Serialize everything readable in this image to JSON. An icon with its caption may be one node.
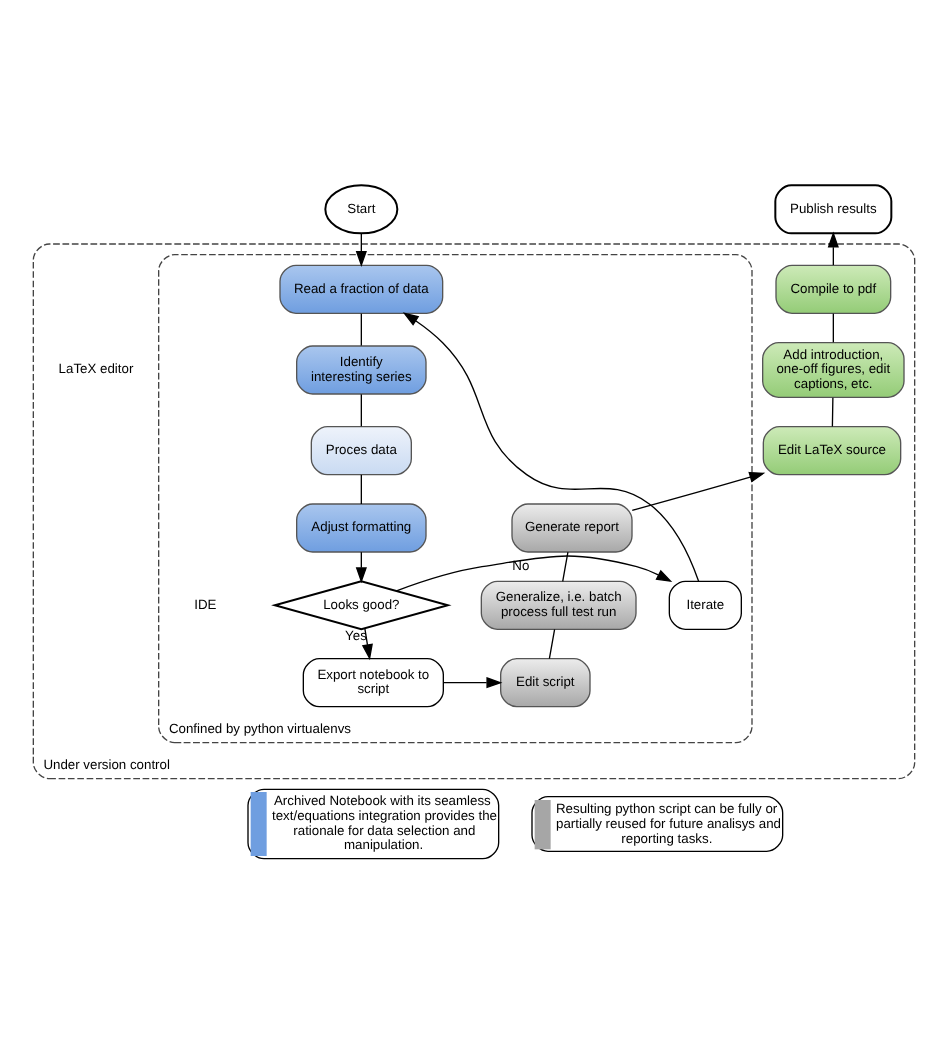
{
  "diagram": {
    "nodes": [
      {
        "text": [
          "Start"
        ]
      },
      {
        "text": [
          "Publish results"
        ]
      },
      {
        "text": [
          "Under version control"
        ]
      },
      {
        "text": [
          "Confined by python virtualenvs"
        ],
        "in": 2
      },
      {
        "text": [
          "Read a fraction of data"
        ],
        "in": 3
      },
      {
        "text": [
          "Identify interesting series"
        ],
        "in": 3
      },
      {
        "text": [
          "Proces data"
        ],
        "in": 3
      },
      {
        "text": [
          "Adjust formatting"
        ],
        "in": 3
      },
      {
        "text": [
          "Looks good?"
        ],
        "in": 3
      },
      {
        "text": [
          "Iterate"
        ],
        "in": 3
      },
      {
        "text": [
          "Export notebook to script"
        ],
        "in": 3
      },
      {
        "text": [
          "Compile to pdf"
        ],
        "in": 2
      },
      {
        "text": [
          "Add introduction, one-off figures, edit captions, etc."
        ],
        "in": 2
      },
      {
        "text": [
          "Edit LaTeX source"
        ],
        "in": 2
      },
      {
        "text": [
          "Generate report"
        ],
        "in": 3
      },
      {
        "text": [
          "Generalize, i.e. batch process full test run"
        ],
        "in": 3
      },
      {
        "text": [
          "Edit script"
        ],
        "in": 3
      }
    ],
    "edges": [
      {
        "from": 0,
        "to": 4,
        "arrow": "to"
      },
      {
        "from": 4,
        "to": 5,
        "arrow": "none"
      },
      {
        "from": 5,
        "to": 6,
        "arrow": "none"
      },
      {
        "from": 6,
        "to": 7,
        "arrow": "none"
      },
      {
        "from": 7,
        "to": 8,
        "arrow": "to"
      },
      {
        "from": 8,
        "to": 9,
        "arrow": "to",
        "label": "No"
      },
      {
        "from": 9,
        "to": 4,
        "arrow": "to"
      },
      {
        "from": 8,
        "to": 10,
        "arrow": "to",
        "label": "Yes"
      },
      {
        "from": 10,
        "to": 16,
        "arrow": "to"
      },
      {
        "from": 16,
        "to": 15,
        "arrow": "none"
      },
      {
        "from": 15,
        "to": 14,
        "arrow": "none"
      },
      {
        "from": 14,
        "to": 13,
        "arrow": "to"
      },
      {
        "from": 13,
        "to": 12,
        "arrow": "none"
      },
      {
        "from": 12,
        "to": 11,
        "arrow": "none"
      },
      {
        "from": 11,
        "to": 1,
        "arrow": "to"
      }
    ],
    "labels": [
      "LaTeX editor",
      "IDE"
    ],
    "legend": [
      {
        "text": "Archived Notebook with its seamless text/equations integration provides the rationale for data selection and manipulation.",
        "color": "#6f9ee0"
      },
      {
        "text": "Resulting python script can be fully or partially reused for future analisys and reporting tasks.",
        "color": "#a6a6a6"
      }
    ]
  }
}
